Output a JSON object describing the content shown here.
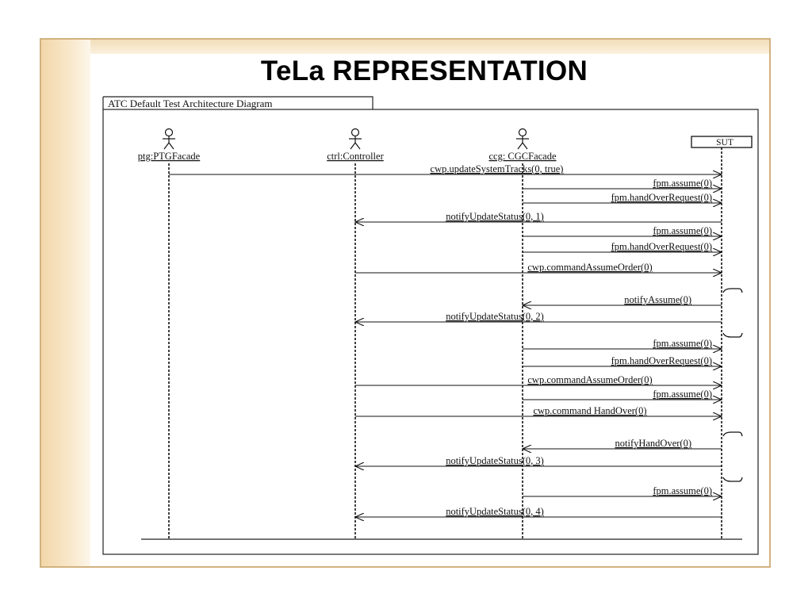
{
  "slide": {
    "title": "TeLa REPRESENTATION"
  },
  "diagram": {
    "frame_label": "ATC Default Test Architecture Diagram",
    "lifelines": [
      {
        "id": "ptg",
        "label": "ptg:PTGFacade",
        "kind": "actor"
      },
      {
        "id": "ctrl",
        "label": "ctrl:Controller",
        "kind": "actor"
      },
      {
        "id": "ccg",
        "label": "ccg: CGCFacade",
        "kind": "actor"
      },
      {
        "id": "sut",
        "label": "SUT",
        "kind": "box"
      }
    ],
    "messages": [
      {
        "label": "cwp.updateSystemTracks(0, true)",
        "from": "ptg",
        "to": "sut"
      },
      {
        "label": "fpm.assume(0)",
        "from": "ccg",
        "to": "sut"
      },
      {
        "label": "fpm.handOverRequest(0)",
        "from": "ccg",
        "to": "sut"
      },
      {
        "label": "notifyUpdateStatus(0, 1)",
        "from": "sut",
        "to": "ctrl"
      },
      {
        "label": "fpm.assume(0)",
        "from": "ccg",
        "to": "sut"
      },
      {
        "label": "fpm.handOverRequest(0)",
        "from": "ccg",
        "to": "sut"
      },
      {
        "label": "cwp.commandAssumeOrder(0)",
        "from": "ctrl",
        "to": "sut"
      },
      {
        "label": "notifyAssume(0)",
        "from": "sut",
        "to": "ccg"
      },
      {
        "label": "notifyUpdateStatus(0, 2)",
        "from": "sut",
        "to": "ctrl"
      },
      {
        "label": "fpm.assume(0)",
        "from": "ccg",
        "to": "sut"
      },
      {
        "label": "fpm.handOverRequest(0)",
        "from": "ccg",
        "to": "sut"
      },
      {
        "label": "cwp.commandAssumeOrder(0)",
        "from": "ctrl",
        "to": "sut"
      },
      {
        "label": "fpm.assume(0)",
        "from": "ccg",
        "to": "sut"
      },
      {
        "label": "cwp.command HandOver(0)",
        "from": "ctrl",
        "to": "sut"
      },
      {
        "label": "notifyHandOver(0)",
        "from": "sut",
        "to": "ccg"
      },
      {
        "label": "notifyUpdateStatus(0, 3)",
        "from": "sut",
        "to": "ctrl"
      },
      {
        "label": "fpm.assume(0)",
        "from": "ccg",
        "to": "sut"
      },
      {
        "label": "notifyUpdateStatus(0, 4)",
        "from": "sut",
        "to": "ctrl"
      }
    ]
  },
  "colors": {
    "frame_border": "#d2b27e",
    "band": "#f2d7a9",
    "ink": "#111111"
  }
}
